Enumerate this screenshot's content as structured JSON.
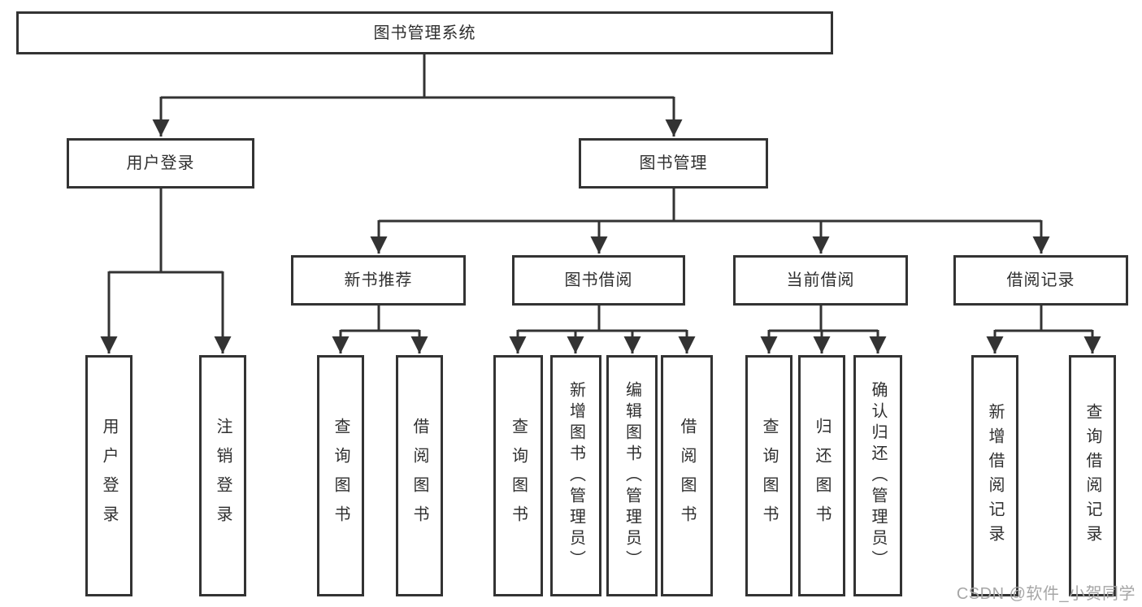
{
  "root": {
    "label": "图书管理系统"
  },
  "level2": [
    {
      "label": "用户登录"
    },
    {
      "label": "图书管理"
    }
  ],
  "level3": [
    {
      "label": "新书推荐"
    },
    {
      "label": "图书借阅"
    },
    {
      "label": "当前借阅"
    },
    {
      "label": "借阅记录"
    }
  ],
  "leaves": {
    "user_login": [
      "用户登录",
      "注销登录"
    ],
    "new_books": [
      "查询图书",
      "借阅图书"
    ],
    "borrowing": [
      "查询图书",
      "新增图书（管理员）",
      "编辑图书（管理员）",
      "借阅图书"
    ],
    "current": [
      "查询图书",
      "归还图书",
      "确认归还（管理员）"
    ],
    "records": [
      "新增借阅记录",
      "查询借阅记录"
    ]
  },
  "watermark": "CSDN @软件_小贺同学",
  "colors": {
    "line": "#333333",
    "border": "#333333",
    "text": "#2f2f2f",
    "watermark": "#a6a6a6"
  }
}
